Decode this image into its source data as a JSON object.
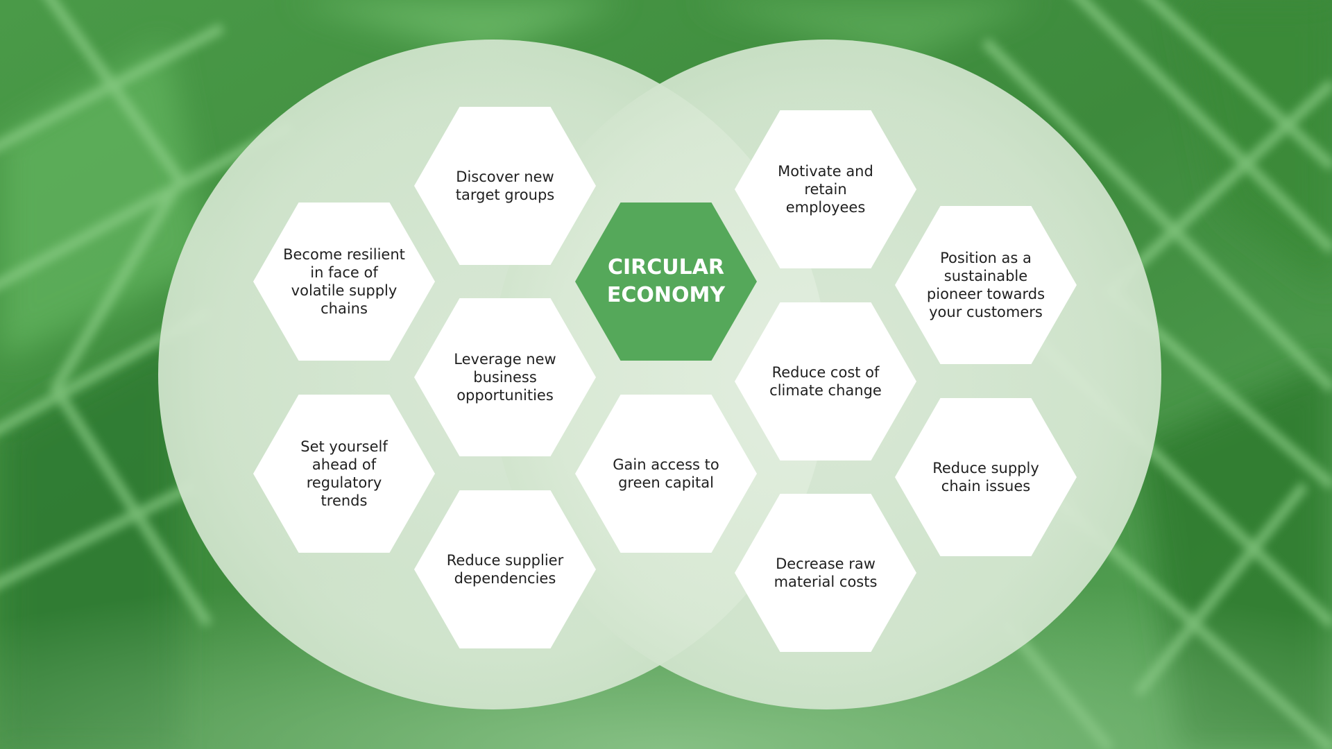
{
  "diagram": {
    "center": {
      "label_line1": "CIRCULAR",
      "label_line2": "ECONOMY"
    },
    "hexagons": {
      "discover": {
        "lines": [
          "Discover new",
          "target groups"
        ]
      },
      "resilient": {
        "lines": [
          "Become resilient",
          "in face of",
          "volatile supply",
          "chains"
        ]
      },
      "leverage": {
        "lines": [
          "Leverage new",
          "business",
          "opportunities"
        ]
      },
      "regulatory": {
        "lines": [
          "Set yourself",
          "ahead of",
          "regulatory",
          "trends"
        ]
      },
      "supplier": {
        "lines": [
          "Reduce supplier",
          "dependencies"
        ]
      },
      "capital": {
        "lines": [
          "Gain access to",
          "green capital"
        ]
      },
      "motivate": {
        "lines": [
          "Motivate and",
          "retain",
          "employees"
        ]
      },
      "pioneer": {
        "lines": [
          "Position as a",
          "sustainable",
          "pioneer towards",
          "your customers"
        ]
      },
      "climate": {
        "lines": [
          "Reduce cost of",
          "climate change"
        ]
      },
      "supply_chain": {
        "lines": [
          "Reduce supply",
          "chain issues"
        ]
      },
      "raw_material": {
        "lines": [
          "Decrease raw",
          "material costs"
        ]
      }
    }
  },
  "colors": {
    "accent_green": "#55a85a",
    "hex_fill": "#ffffff",
    "text_dark": "#1f1f1f",
    "venn_fill": "#dcebd9"
  }
}
